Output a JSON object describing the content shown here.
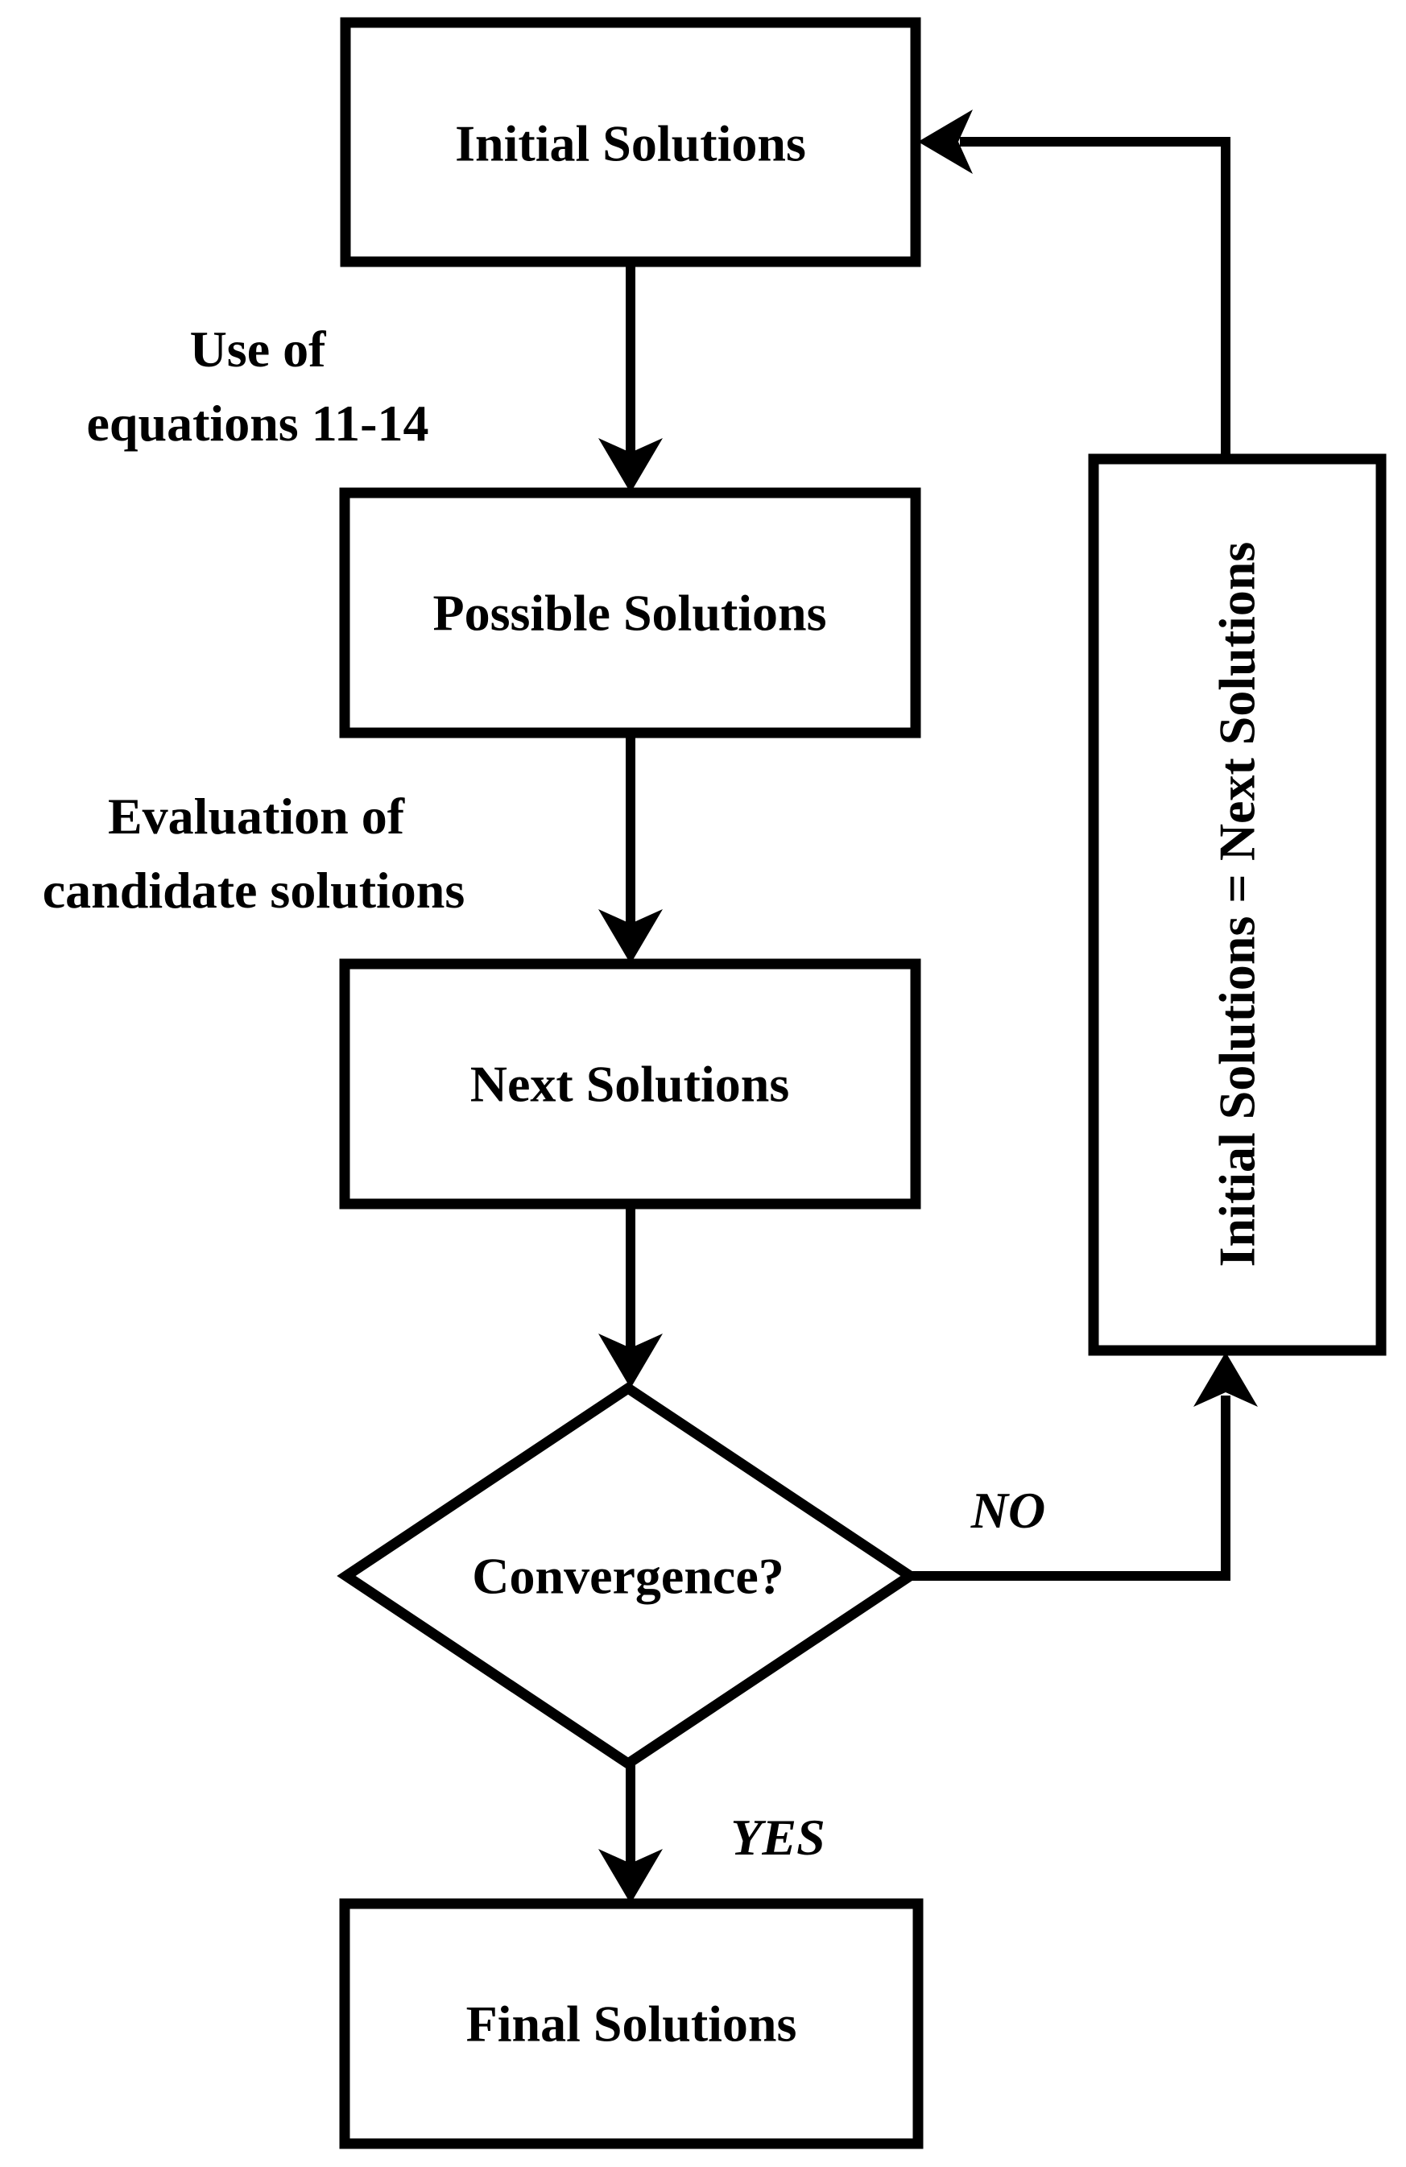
{
  "nodes": {
    "initial": {
      "label": "Initial Solutions"
    },
    "possible": {
      "label": "Possible Solutions"
    },
    "next": {
      "label": "Next Solutions"
    },
    "convergence": {
      "label": "Convergence?"
    },
    "assign": {
      "label": "Initial Solutions = Next Solutions"
    },
    "final": {
      "label": "Final Solutions"
    }
  },
  "edge_labels": {
    "use": {
      "line1": "Use of",
      "line2": "equations 11-14"
    },
    "evaluation": {
      "line1": "Evaluation of",
      "line2": "candidate solutions"
    },
    "no": "NO",
    "yes": "YES"
  },
  "colors": {
    "ink": "#000000",
    "paper": "#ffffff"
  }
}
